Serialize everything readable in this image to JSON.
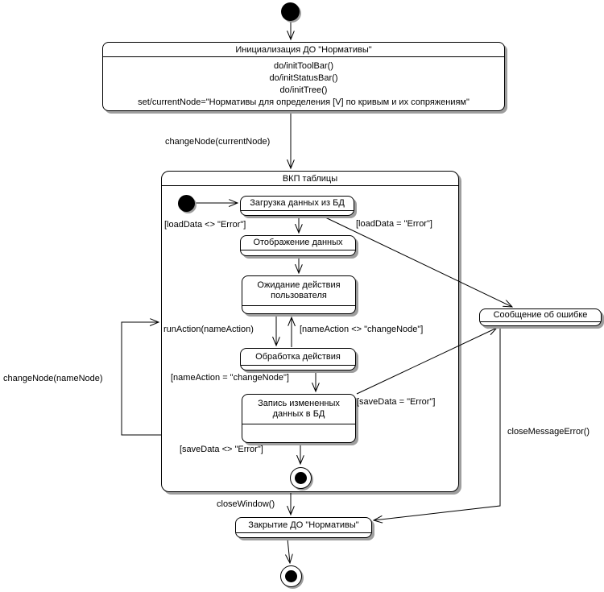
{
  "colors": {
    "line": "#000000",
    "shadow": "#9e9e9e",
    "fill": "#ffffff"
  },
  "states": {
    "init": {
      "title": "Инициализация ДО \"Нормативы\"",
      "actions": [
        "do/initToolBar()",
        "do/initStatusBar()",
        "do/initTree()",
        "set/currentNode=\"Нормативы для определения [V] по кривым и их сопряжениям\""
      ]
    },
    "composite": {
      "title": "ВКП таблицы"
    },
    "load": {
      "title": "Загрузка данных из БД"
    },
    "display": {
      "title": "Отображение данных"
    },
    "wait": {
      "title": "Ожидание действия\nпользователя"
    },
    "process": {
      "title": "Обработка действия"
    },
    "save": {
      "title": "Запись измененных\nданных в БД"
    },
    "error": {
      "title": "Сообщение об ошибке"
    },
    "close": {
      "title": "Закрытие ДО \"Нормативы\""
    }
  },
  "transitions": {
    "change_node_current": "changeNode(currentNode)",
    "load_ok": "[loadData <> \"Error\"]",
    "load_error": "[loadData = \"Error\"]",
    "run_action": "runAction(nameAction)",
    "action_not_change": "[nameAction <> \"changeNode\"]",
    "action_change": "[nameAction = \"changeNode\"]",
    "save_error": "[saveData = \"Error\"]",
    "save_ok": "[saveData <> \"Error\"]",
    "change_node_name": "changeNode(nameNode)",
    "close_message_error": "closeMessageError()",
    "close_window": "closeWindow()"
  }
}
